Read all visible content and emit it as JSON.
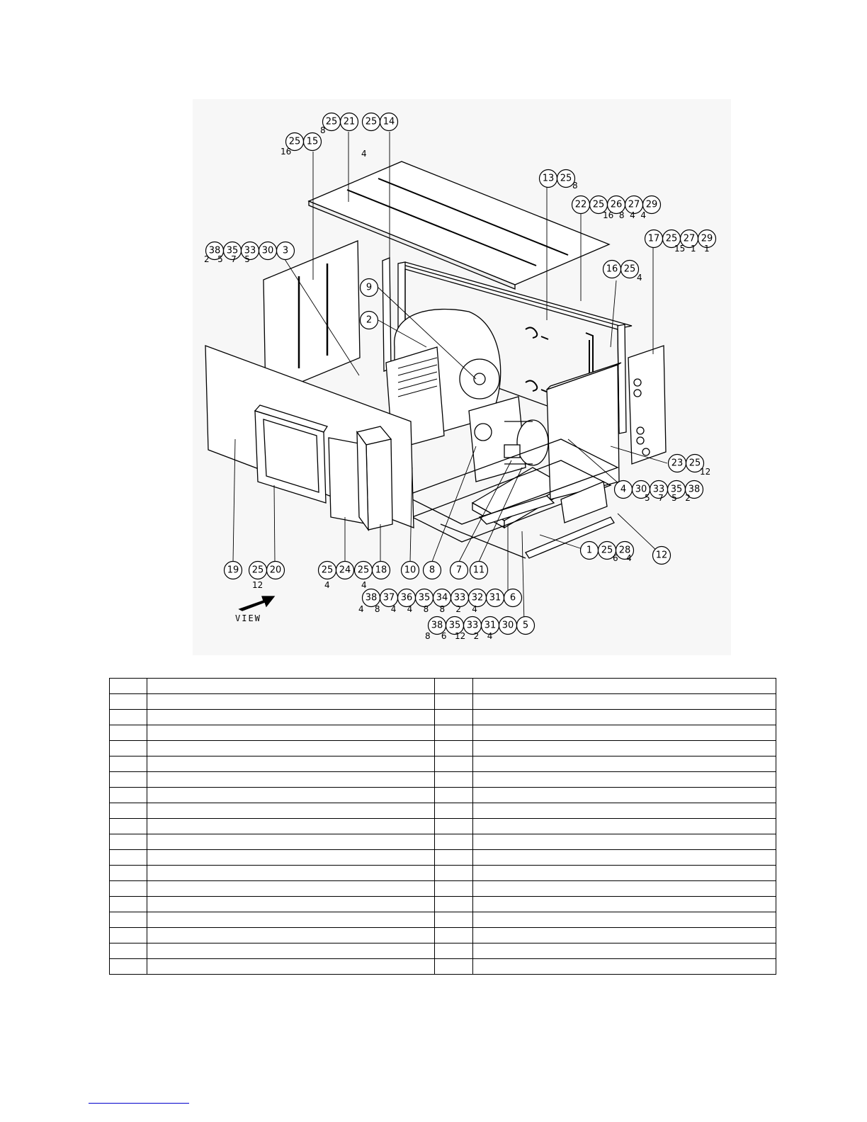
{
  "diagram": {
    "view_label": "VIEW",
    "callouts": [
      {
        "id": "c-25-21-top",
        "nums": [
          "25",
          "21"
        ]
      },
      {
        "id": "c-25-14",
        "nums": [
          "25",
          "14"
        ]
      },
      {
        "id": "c-25-15",
        "nums": [
          "25",
          "15"
        ]
      },
      {
        "id": "c-13-25",
        "nums": [
          "13",
          "25"
        ]
      },
      {
        "id": "c-22-29",
        "nums": [
          "22",
          "25",
          "26",
          "27",
          "29"
        ]
      },
      {
        "id": "c-17-29",
        "nums": [
          "17",
          "25",
          "27",
          "29"
        ]
      },
      {
        "id": "c-38-3",
        "nums": [
          "38",
          "35",
          "33",
          "30",
          "3"
        ]
      },
      {
        "id": "c-16-25",
        "nums": [
          "16",
          "25"
        ]
      },
      {
        "id": "c-9",
        "nums": [
          "9"
        ]
      },
      {
        "id": "c-2",
        "nums": [
          "2"
        ]
      },
      {
        "id": "c-23-25",
        "nums": [
          "23",
          "25"
        ]
      },
      {
        "id": "c-4-38",
        "nums": [
          "4",
          "30",
          "33",
          "35",
          "38"
        ]
      },
      {
        "id": "c-12",
        "nums": [
          "12"
        ]
      },
      {
        "id": "c-1-28",
        "nums": [
          "1",
          "25",
          "28"
        ]
      },
      {
        "id": "c-19",
        "nums": [
          "19"
        ]
      },
      {
        "id": "c-25-20",
        "nums": [
          "25",
          "20"
        ]
      },
      {
        "id": "c-25-24",
        "nums": [
          "25",
          "24"
        ]
      },
      {
        "id": "c-25-18",
        "nums": [
          "25",
          "18"
        ]
      },
      {
        "id": "c-10",
        "nums": [
          "10"
        ]
      },
      {
        "id": "c-8",
        "nums": [
          "8"
        ]
      },
      {
        "id": "c-7",
        "nums": [
          "7"
        ]
      },
      {
        "id": "c-11",
        "nums": [
          "11"
        ]
      },
      {
        "id": "c-38-6",
        "nums": [
          "38",
          "37",
          "36",
          "35",
          "34",
          "33",
          "32",
          "31",
          "6"
        ]
      },
      {
        "id": "c-38-5",
        "nums": [
          "38",
          "35",
          "33",
          "31",
          "30",
          "5"
        ]
      }
    ],
    "quantities": [
      {
        "id": "q1",
        "text": "8"
      },
      {
        "id": "q2",
        "text": "16"
      },
      {
        "id": "q3",
        "text": "4"
      },
      {
        "id": "q4",
        "text": "8"
      },
      {
        "id": "q5",
        "text": "16  8  4  4"
      },
      {
        "id": "q6",
        "text": "15  1   1"
      },
      {
        "id": "q7",
        "text": "2   5   7   5"
      },
      {
        "id": "q8",
        "text": "4"
      },
      {
        "id": "q9",
        "text": "12"
      },
      {
        "id": "q10",
        "text": "5   7   5   2"
      },
      {
        "id": "q11",
        "text": "6   4"
      },
      {
        "id": "q12",
        "text": "12"
      },
      {
        "id": "q13",
        "text": "4"
      },
      {
        "id": "q14",
        "text": "4"
      },
      {
        "id": "q15",
        "text": "4    8    4    4    8    8    2    4"
      },
      {
        "id": "q16",
        "text": "8    6   12   2   4"
      }
    ]
  },
  "table": {
    "rows": [
      [
        "",
        "",
        "",
        ""
      ],
      [
        "",
        "",
        "",
        ""
      ],
      [
        "",
        "",
        "",
        ""
      ],
      [
        "",
        "",
        "",
        ""
      ],
      [
        "",
        "",
        "",
        ""
      ],
      [
        "",
        "",
        "",
        ""
      ],
      [
        "",
        "",
        "",
        ""
      ],
      [
        "",
        "",
        "",
        ""
      ],
      [
        "",
        "",
        "",
        ""
      ],
      [
        "",
        "",
        "",
        ""
      ],
      [
        "",
        "",
        "",
        ""
      ],
      [
        "",
        "",
        "",
        ""
      ],
      [
        "",
        "",
        "",
        ""
      ],
      [
        "",
        "",
        "",
        ""
      ],
      [
        "",
        "",
        "",
        ""
      ],
      [
        "",
        "",
        "",
        ""
      ],
      [
        "",
        "",
        "",
        ""
      ],
      [
        "",
        "",
        "",
        ""
      ],
      [
        "",
        "",
        "",
        ""
      ]
    ]
  }
}
